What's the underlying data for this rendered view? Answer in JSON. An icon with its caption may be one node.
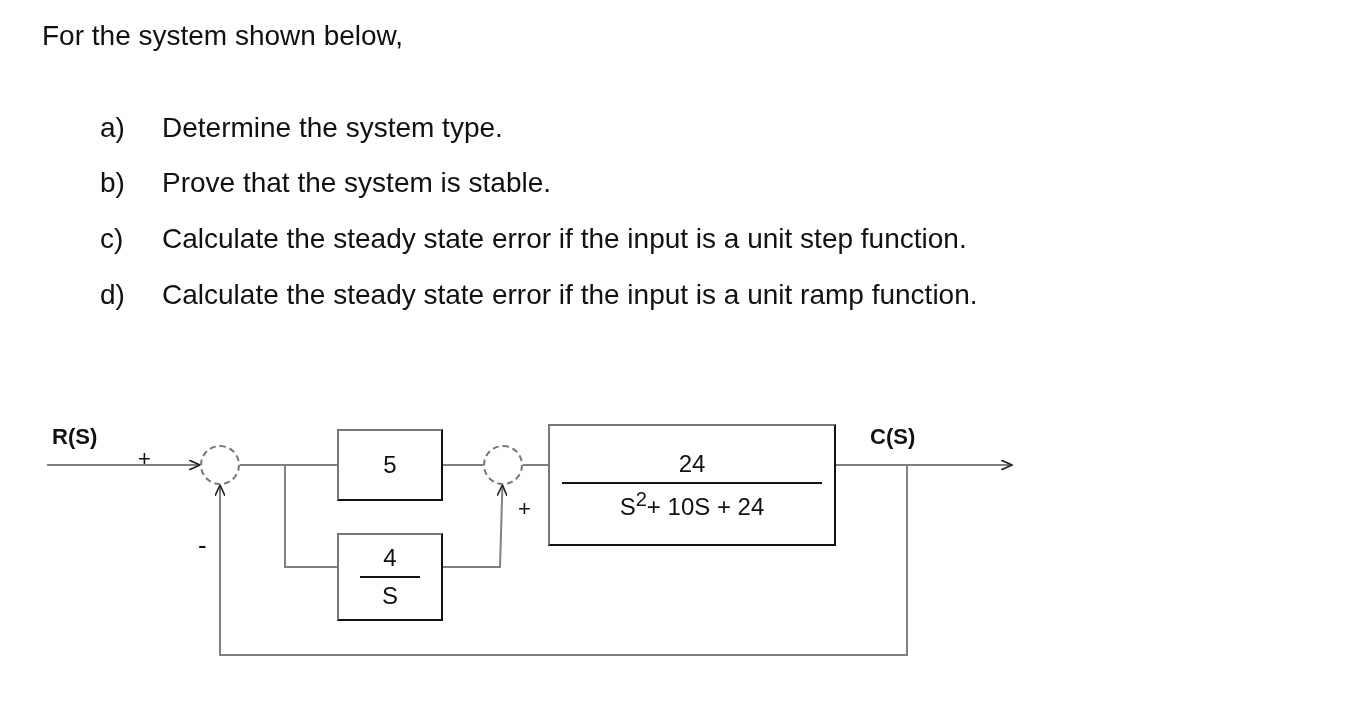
{
  "diagram": {
    "title": "For the system shown below,",
    "nodes": [
      {
        "text": [],
        "shape": "circle"
      },
      {
        "text": [
          "5"
        ]
      },
      {
        "text": [
          "4",
          "S"
        ]
      },
      {
        "text": [],
        "shape": "circle"
      },
      {
        "text": [
          "24",
          "S$^{2}$+ 10S + 24"
        ]
      }
    ],
    "edges": [
      {
        "from": null,
        "to": 0,
        "arrow": "to"
      },
      {
        "from": 0,
        "to": 1,
        "arrow": "none"
      },
      {
        "from": 0,
        "to": 2,
        "arrow": "none"
      },
      {
        "from": 1,
        "to": 3,
        "arrow": "none"
      },
      {
        "from": 2,
        "to": 3,
        "arrow": "to"
      },
      {
        "from": 3,
        "to": 4,
        "arrow": "none"
      },
      {
        "from": 4,
        "to": null,
        "arrow": "to"
      },
      {
        "from": 4,
        "to": 0,
        "arrow": "to"
      }
    ],
    "labels": [
      "a)",
      "Determine the system type.",
      "b)",
      "Prove that the system is stable.",
      "c)",
      "Calculate the steady state error if the input is a unit step function.",
      "d)",
      "Calculate the steady state error if the input is a unit ramp function.",
      "R(S)",
      "+",
      "C(S)",
      "+",
      "-"
    ]
  }
}
